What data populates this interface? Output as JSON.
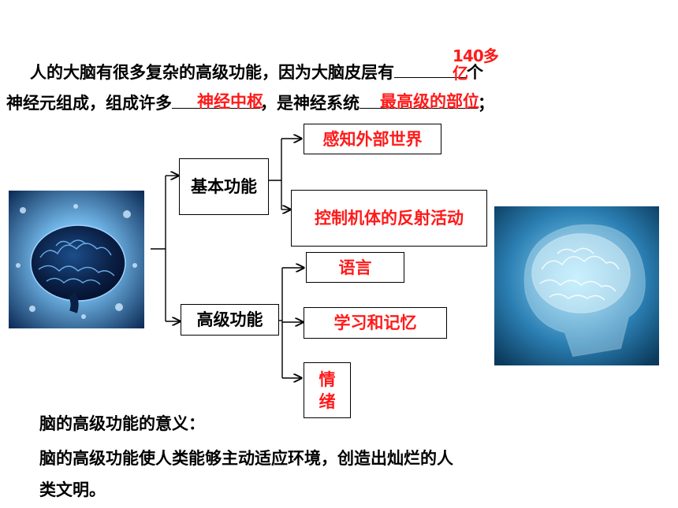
{
  "intro": {
    "line1_prefix": "人的大脑有很多复杂的高级功能，因为大脑皮层有",
    "line1_suffix": "个",
    "line2_prefix": "神经元组成，组成许多",
    "line2_middle": "，是神经系统",
    "line2_suffix": "；"
  },
  "answers": {
    "neuron_count": "140多亿",
    "centers": "神经中枢",
    "highest_part": "最高级的部位"
  },
  "diagram": {
    "basic_function": "基本功能",
    "advanced_function": "高级功能",
    "basic_items": [
      "感知外部世界",
      "控制机体的反射活动"
    ],
    "advanced_items": [
      "语言",
      "学习和记忆",
      "情绪"
    ]
  },
  "meaning": {
    "heading": "脑的高级功能的意义：",
    "body_line1": "脑的高级功能使人类能够主动适应环境，创造出灿烂的人",
    "body_line2": "类文明。"
  },
  "images": {
    "left": "brain-glowing-icon",
    "right": "brain-xray-icon"
  }
}
